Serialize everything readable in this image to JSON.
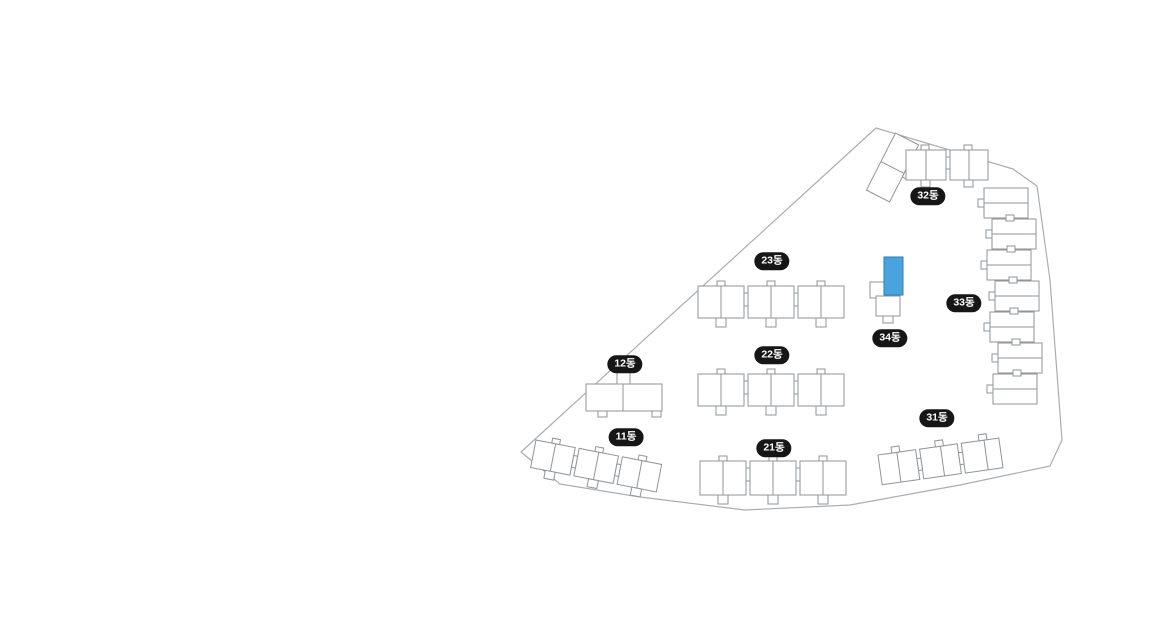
{
  "page": {
    "background": "#ffffff"
  },
  "colors": {
    "outline": "#8f959a",
    "boundary": "#a9aeb3",
    "label_bg": "#161616",
    "label_text": "#ffffff",
    "highlight": "#4aa3dc",
    "highlight_stroke": "#2d7db3"
  },
  "buildings": [
    {
      "id": "11",
      "label": "11동"
    },
    {
      "id": "12",
      "label": "12동"
    },
    {
      "id": "21",
      "label": "21동"
    },
    {
      "id": "22",
      "label": "22동"
    },
    {
      "id": "23",
      "label": "23동"
    },
    {
      "id": "31",
      "label": "31동"
    },
    {
      "id": "32",
      "label": "32동"
    },
    {
      "id": "33",
      "label": "33동"
    },
    {
      "id": "34",
      "label": "34동",
      "highlighted": true
    }
  ]
}
